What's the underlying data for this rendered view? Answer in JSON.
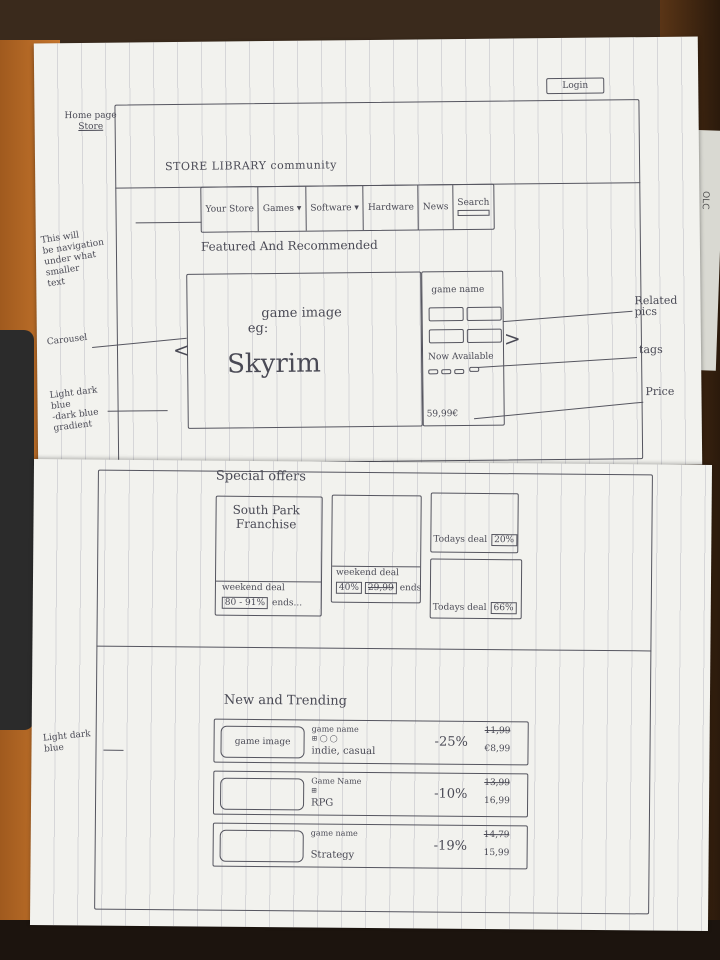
{
  "sketch": {
    "top_note": [
      "Home page",
      "Store"
    ],
    "login_label": "Login",
    "top_tabs": "STORE  LIBRARY  community",
    "nav": {
      "items": [
        "Your Store",
        "Games ▾",
        "Software ▾",
        "Hardware",
        "News",
        "Search"
      ]
    },
    "annotations": {
      "nav_note": [
        "This will",
        "be navigation",
        "under what",
        "smaller",
        "text"
      ],
      "carousel": "Carousel",
      "color_note": [
        "Light dark",
        "blue",
        "-dark blue",
        "gradient"
      ],
      "related_pics": [
        "Related",
        "pics"
      ],
      "tags": "tags",
      "price": "Price",
      "bottom_color_note": [
        "Light dark",
        "blue"
      ]
    },
    "featured": {
      "title": "Featured And Recommended",
      "game_image": [
        "game image",
        "eg:"
      ],
      "example_game": "Skyrim",
      "side_game_name": "game name",
      "now_available": "Now Available",
      "price": "59,99€"
    },
    "special_offers": {
      "title": "Special offers",
      "big": {
        "title": [
          "South Park",
          "Franchise"
        ],
        "deal": "weekend deal",
        "discount": "80 - 91%",
        "suffix": "ends..."
      },
      "mid": {
        "deal": "weekend deal",
        "discount": "40%",
        "price": "29,99",
        "suffix": "ends"
      },
      "small1": {
        "deal": "Todays deal",
        "discount": "20%"
      },
      "small2": {
        "deal": "Todays deal",
        "discount": "66%"
      }
    },
    "new_trending": {
      "title": "New and Trending",
      "rows": [
        {
          "image": "game image",
          "name": "game name",
          "genre": "indie, casual",
          "discount": "-25%",
          "old": "11,99",
          "new": "€8,99"
        },
        {
          "image": "",
          "name": "Game Name",
          "genre": "RPG",
          "discount": "-10%",
          "old": "13,99",
          "new": "16,99"
        },
        {
          "image": "",
          "name": "game name",
          "genre": "Strategy",
          "discount": "-19%",
          "old": "14,79",
          "new": "15,99"
        }
      ]
    }
  }
}
